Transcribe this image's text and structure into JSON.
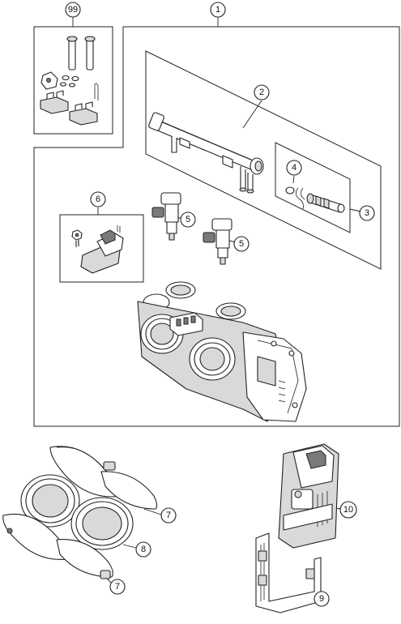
{
  "callouts": {
    "c99": "99",
    "c1": "1",
    "c2": "2",
    "c3": "3",
    "c4": "4",
    "c5a": "5",
    "c5b": "5",
    "c6": "6",
    "c7a": "7",
    "c7b": "7",
    "c8": "8",
    "c9": "9",
    "c10": "10"
  }
}
